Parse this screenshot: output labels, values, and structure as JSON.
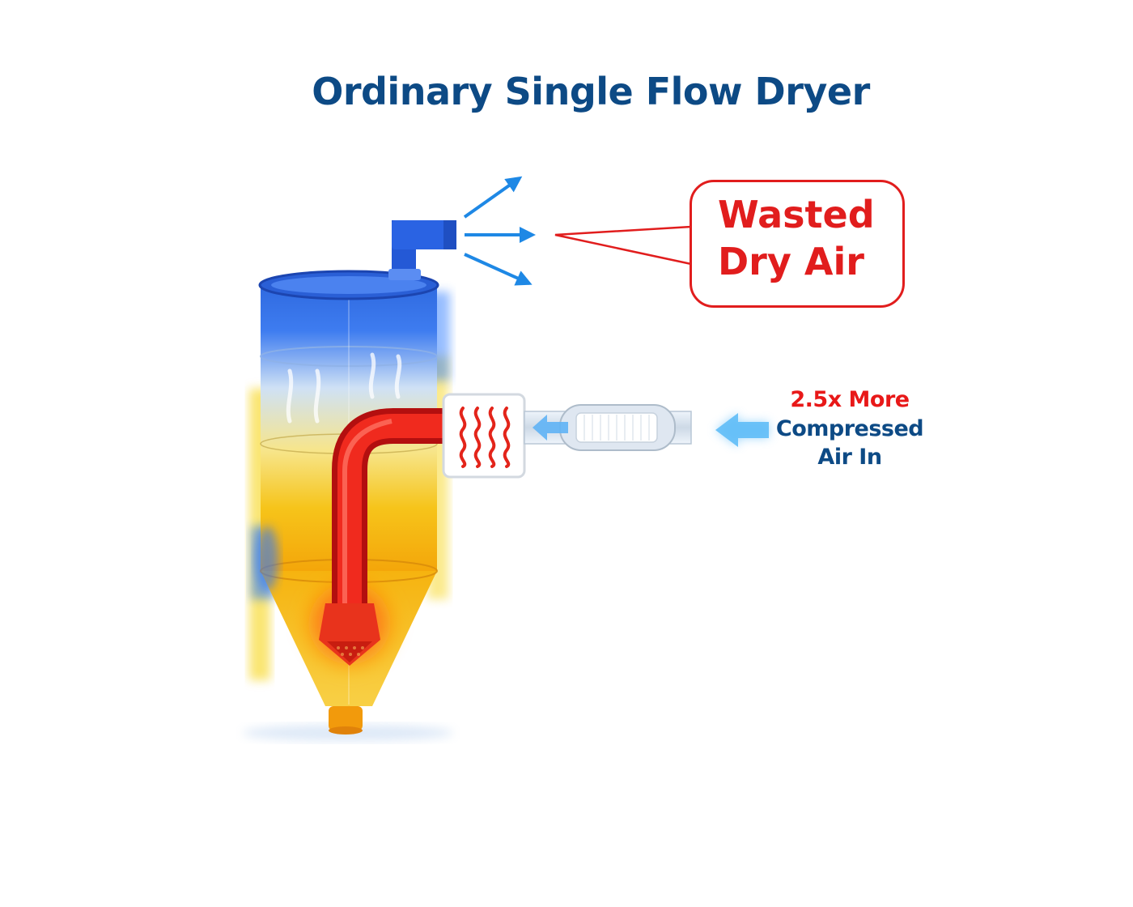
{
  "title": "Ordinary Single Flow Dryer",
  "callout": {
    "line1": "Wasted",
    "line2": "Dry Air"
  },
  "inlet_label": {
    "line1": "2.5x More",
    "line2": "Compressed",
    "line3": "Air In"
  },
  "colors": {
    "title": "#0d4a85",
    "callout_text": "#e11d1d",
    "callout_border": "#e11d1d",
    "highlight_red": "#e81818",
    "label_blue": "#0d4a85",
    "arrow_blue": "#1e88e5",
    "hopper_blue": "#1f4fd1",
    "hot_red": "#e53b1c",
    "warm_yellow": "#f5c400"
  },
  "icons": {
    "exhaust_arrows": "arrow-icon",
    "inlet_arrow": "arrow-left-icon",
    "heater": "heat-wave-icon"
  }
}
